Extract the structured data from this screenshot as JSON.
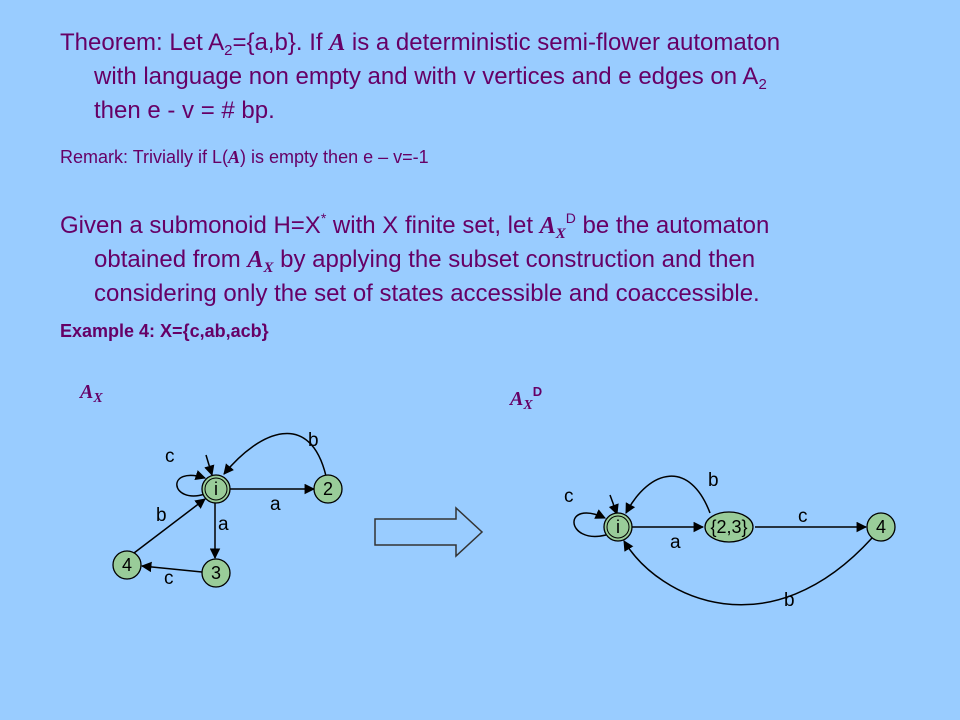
{
  "theorem": {
    "label": "Theorem",
    "line1_a": ": Let A",
    "line1_sub": "2",
    "line1_b": "={a,b}. If ",
    "automaton_symbol": "A",
    "line1_c": " is a deterministic semi-flower automaton",
    "line2_a": "with language non empty and with v vertices and e edges on  A",
    "line2_sub": "2",
    "line3": "then e - v = # bp."
  },
  "remark": {
    "label": "Remark",
    "text_a": ": Trivially if L(",
    "automaton_symbol": "A",
    "text_b": ") is empty then e – v=-1"
  },
  "given": {
    "line1_a": "Given a submonoid H=X",
    "line1_sup": "*",
    "line1_b": " with X finite set, let ",
    "sym": "A",
    "sym_sub": "X",
    "sym_sup": "D",
    "line1_c": " be the automaton",
    "line2_a": "obtained from ",
    "line2_b": " by applying the subset construction and then",
    "line3": "considering only the set of states accessible and coaccessible."
  },
  "example": {
    "text": "Example 4: X={c,ab,acb}"
  },
  "left_automaton": {
    "title_main": "A",
    "title_sub": "X",
    "states": {
      "i": "i",
      "s2": "2",
      "s3": "3",
      "s4": "4"
    },
    "edges": {
      "loop": "c",
      "i_to_2": "a",
      "2_to_i": "b",
      "i_to_3": "a",
      "3_to_4": "c",
      "4_to_i": "b"
    }
  },
  "right_automaton": {
    "title_main": "A",
    "title_sub": "X",
    "title_sup": "D",
    "states": {
      "i": "i",
      "s23": "{2,3}",
      "s4": "4"
    },
    "edges": {
      "loop": "c",
      "i_to_23": "a",
      "23_to_i": "b",
      "23_to_4": "c",
      "4_to_i": "b"
    }
  },
  "colors": {
    "background": "#99ccff",
    "accent": "#660066",
    "node_fill": "#99cc99",
    "arrow_fill": "#99ccff"
  }
}
